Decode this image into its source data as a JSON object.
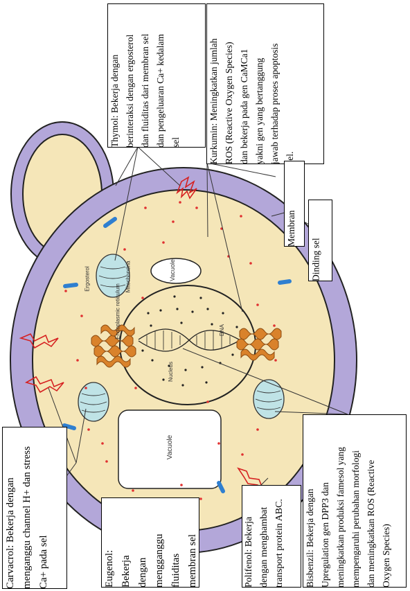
{
  "cell": {
    "vacuole_label": "Vacuole",
    "mitochondria_label": "Mitochondria",
    "er_label": "Endoplasmic\nreticulum",
    "dna_label": "DNA",
    "nucleus_label": "Nucleus",
    "ergosterol_label": "Ergosterol"
  },
  "colors": {
    "cell_wall": "#b3a7d9",
    "cytoplasm": "#f5e6b8",
    "er": "#d9822b",
    "protein": "#2f7fd0",
    "dots": "#e03030",
    "pump": "#d62020",
    "mitochondria": "#bfe3e6"
  },
  "labels": {
    "thymol": [
      "Thymol: Bekerja dengan",
      "berinteraksi dengan ergosterol",
      "dan fluiditas dari membran sel",
      "dan pengeluaran Ca+ kedalam",
      "sel"
    ],
    "kurkumin": [
      "Kurkumin: Meningkatkan jumlah",
      "ROS (Reactive Oxygen Species)",
      "dan bekerja pada gen CaMCa1",
      "yakni gen yang bertanggung",
      "jawab terhadap proses apoptosis",
      "sel."
    ],
    "membran": [
      "Membran"
    ],
    "dinding": [
      "Dinding sel"
    ],
    "carvacrol": [
      "Carvacrol: Bekerja dengan",
      "menganggu channel H+ dan stress",
      "Ca+ pada sel"
    ],
    "eugenol": [
      "Eugenol:",
      "Bekerja",
      "dengan",
      "mengganggu",
      "fluiditas",
      "membran sel"
    ],
    "polifenol": [
      "Polifenol: Bekerja",
      "dengan menghambat",
      "transport protein ABC."
    ],
    "bisbenzil": [
      "Bisbenzil: Bekerja dengan",
      "Upregulation gen DPP3 dan",
      "meningkatkan produksi famesol yang",
      "mempengaruhi perubahan morfologi",
      "dan meningkatkan ROS (Reactive",
      "Oxygen Species)"
    ]
  }
}
